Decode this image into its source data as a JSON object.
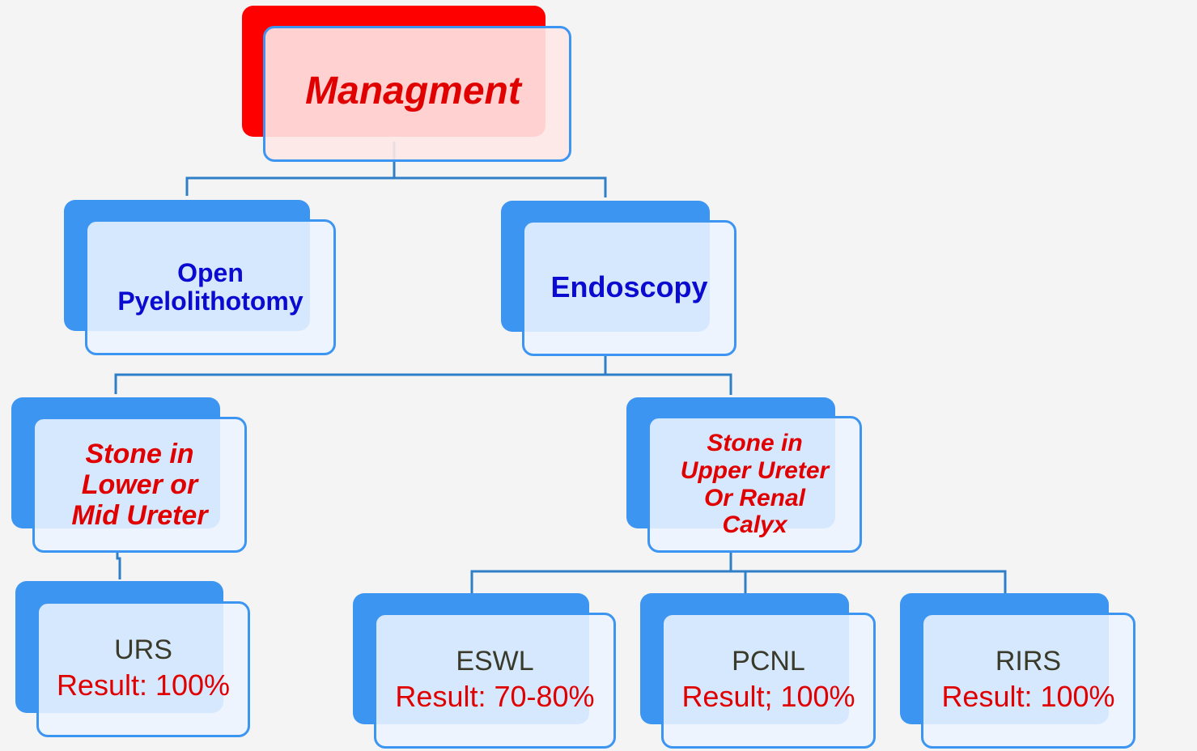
{
  "root": {
    "label": "Managment"
  },
  "level1": {
    "open": {
      "line1": "Open",
      "line2": "Pyelolithotomy"
    },
    "endoscopy": {
      "label": "Endoscopy"
    }
  },
  "level2": {
    "lower": {
      "line1": "Stone in",
      "line2": "Lower or",
      "line3": "Mid Ureter"
    },
    "upper": {
      "line1": "Stone in",
      "line2": "Upper Ureter",
      "line3": "Or Renal",
      "line4": "Calyx"
    }
  },
  "leaves": {
    "urs": {
      "name": "URS",
      "result": "Result: 100%"
    },
    "eswl": {
      "name": "ESWL",
      "result": "Result: 70-80%"
    },
    "pcnl": {
      "name": "PCNL",
      "result": "Result; 100%"
    },
    "rirs": {
      "name": "RIRS",
      "result": "Result: 100%"
    }
  },
  "colors": {
    "box_blue": "#3d95f2",
    "root_red": "#ff0000",
    "title_red": "#e00000",
    "label_blue": "#0a0ad0",
    "leaf_name": "#3a3a2a"
  }
}
